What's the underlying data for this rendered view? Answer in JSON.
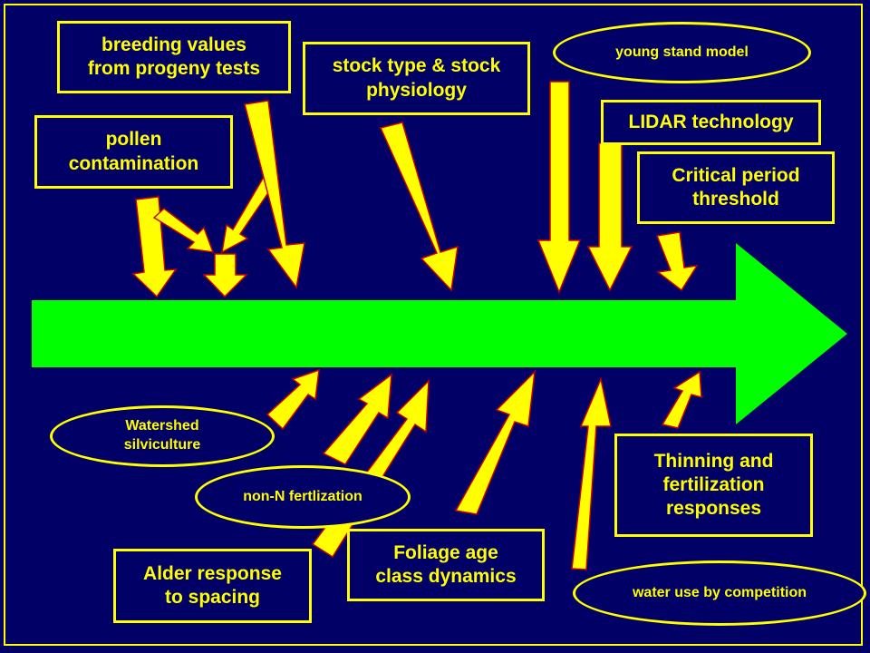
{
  "colors": {
    "background": "#000066",
    "accent": "#ffff00",
    "main_arrow": "#00ff00",
    "arrow_outline": "#cc0000"
  },
  "labels": {
    "breeding": "breeding values\nfrom progeny tests",
    "stock": "stock type & stock\nphysiology",
    "young_stand": "young stand model",
    "pollen": "pollen\ncontamination",
    "lidar": "LIDAR technology",
    "critical": "Critical period\nthreshold",
    "watershed": "Watershed\nsilviculture",
    "non_n": "non-N fertlization",
    "alder": "Alder response\nto spacing",
    "foliage": "Foliage age\nclass dynamics",
    "thinning": "Thinning and\nfertilization\nresponses",
    "water_use": "water use by competition"
  }
}
